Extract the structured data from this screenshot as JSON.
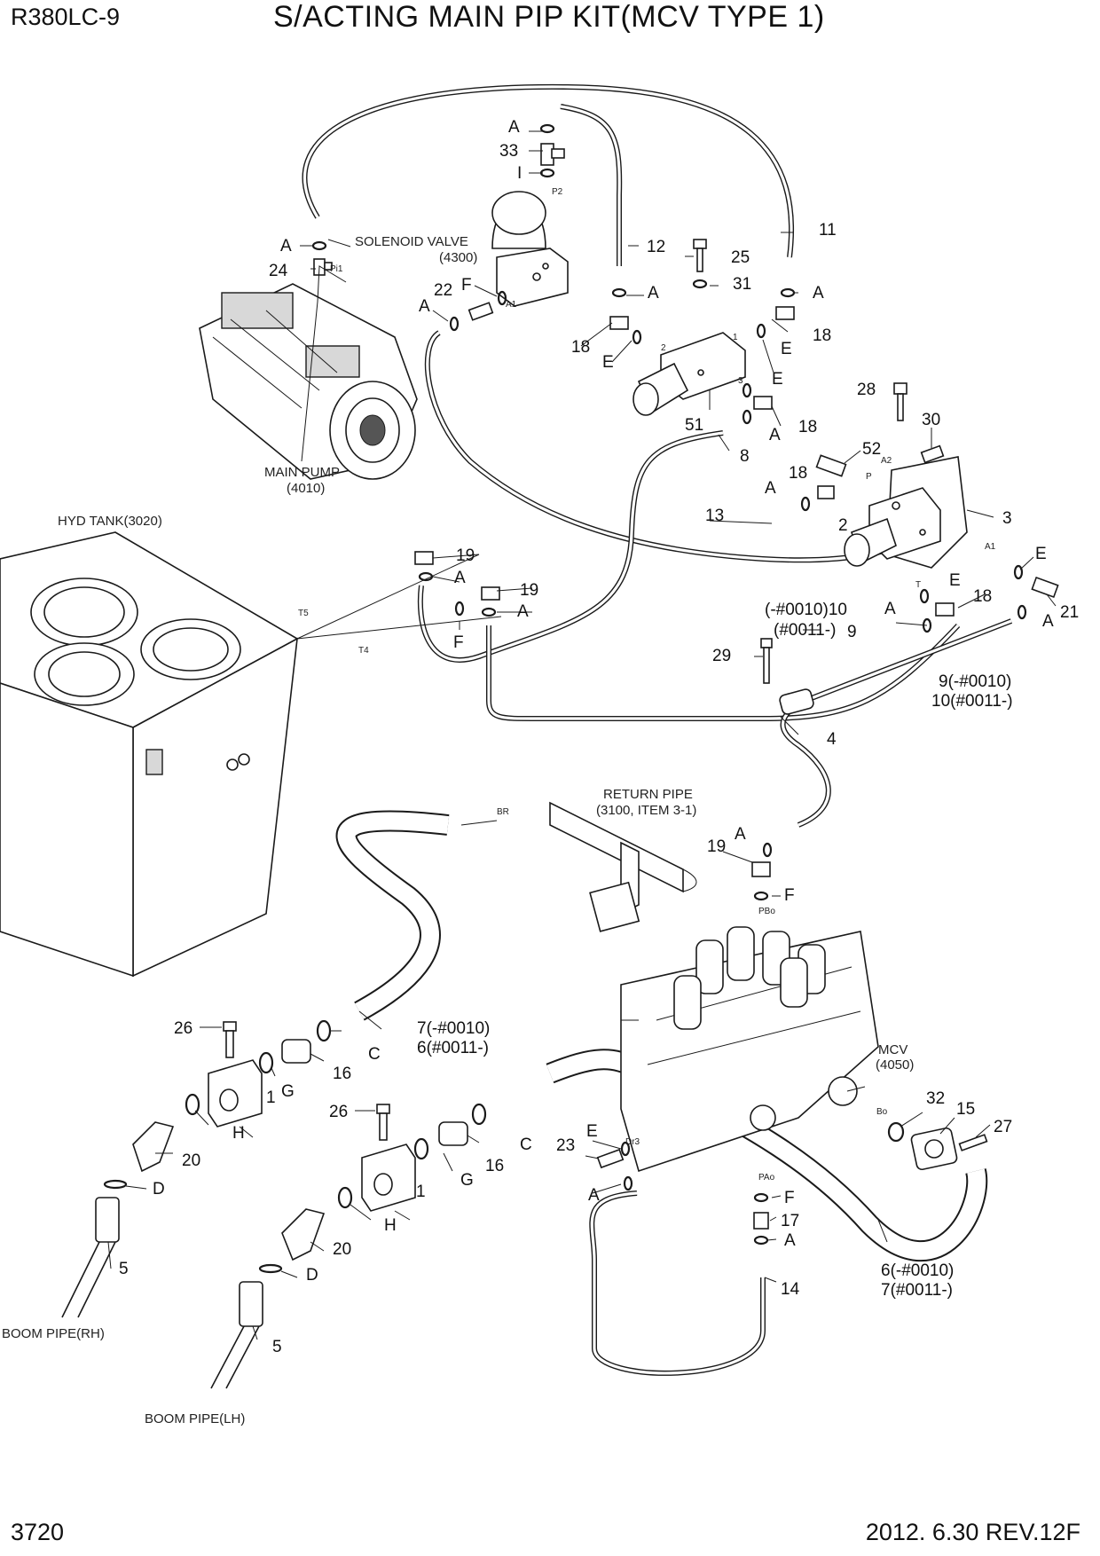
{
  "header": {
    "model": "R380LC-9",
    "title": "S/ACTING MAIN PIP KIT(MCV TYPE 1)"
  },
  "footer": {
    "page": "3720",
    "date_rev": "2012. 6.30  REV.12F"
  },
  "component_labels": {
    "solenoid_valve": "SOLENOID VALVE",
    "solenoid_valve_ref": "(4300)",
    "main_pump": "MAIN PUMP",
    "main_pump_ref": "(4010)",
    "hyd_tank": "HYD TANK(3020)",
    "return_pipe": "RETURN PIPE",
    "return_pipe_ref": "(3100, ITEM 3-1)",
    "mcv": "MCV",
    "mcv_ref": "(4050)",
    "boom_pipe_rh": "BOOM PIPE(RH)",
    "boom_pipe_lh": "BOOM PIPE(LH)"
  },
  "port_labels": {
    "p2": "P2",
    "pi1": "Pi1",
    "a1": "A1",
    "a2": "A2",
    "p": "P",
    "t": "T",
    "t5": "T5",
    "t4": "T4",
    "br": "BR",
    "pbo": "PBo",
    "pao": "PAo",
    "dr3": "Dr3",
    "bo": "Bo",
    "n1": "1",
    "n2": "2",
    "n3": "3"
  },
  "callouts": {
    "c11": "11",
    "c12": "12",
    "c25": "25",
    "c31": "31",
    "c33": "33",
    "c24": "24",
    "c22": "22",
    "c18a": "18",
    "c18b": "18",
    "c18c": "18",
    "c18d": "18",
    "c18e": "18",
    "c51": "51",
    "c8": "8",
    "c28": "28",
    "c30": "30",
    "c52": "52",
    "c13": "13",
    "c2": "2",
    "c3": "3",
    "c21": "21",
    "c19a": "19",
    "c19b": "19",
    "c19c": "19",
    "c29": "29",
    "c9": "9",
    "c4": "4",
    "c9_10a": "(-#0010)10",
    "c9_10b": "(#0011-)",
    "c9_10c": "9(-#0010)",
    "c9_10d": "10(#0011-)",
    "c7a": "7(-#0010)",
    "c7b": "6(#0011-)",
    "c6a": "6(-#0010)",
    "c6b": "7(#0011-)",
    "c26a": "26",
    "c26b": "26",
    "c16a": "16",
    "c16b": "16",
    "c1a": "1",
    "c1b": "1",
    "c20a": "20",
    "c20b": "20",
    "c5a": "5",
    "c5b": "5",
    "c23": "23",
    "c17": "17",
    "c14": "14",
    "c32": "32",
    "c15": "15",
    "c27": "27",
    "A": "A",
    "C": "C",
    "D": "D",
    "E": "E",
    "F": "F",
    "G": "G",
    "H": "H",
    "I": "I"
  }
}
